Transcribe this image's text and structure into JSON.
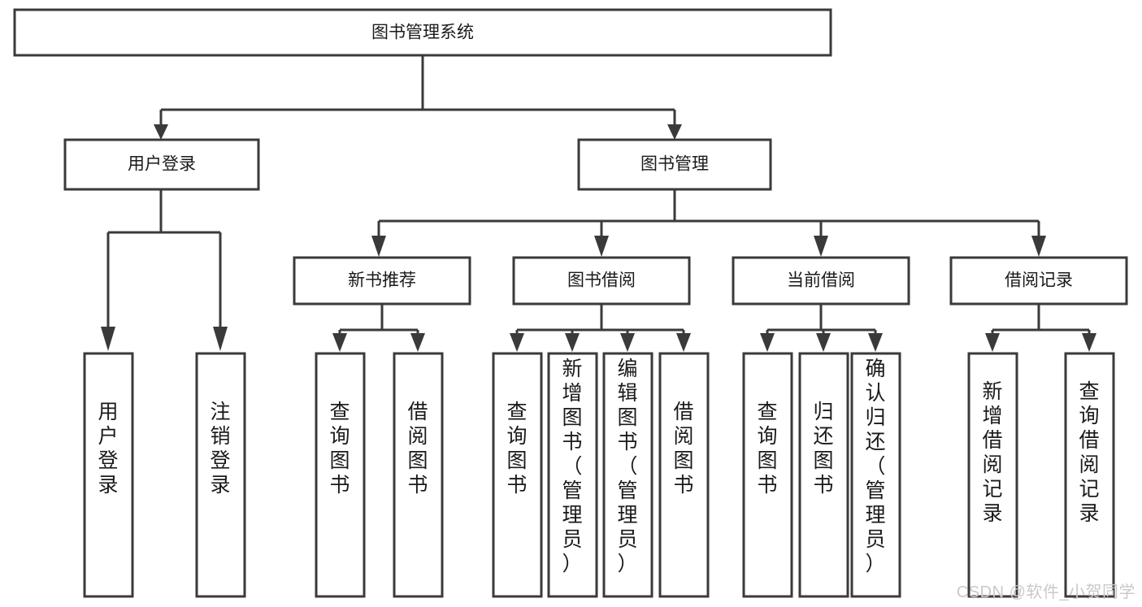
{
  "diagram": {
    "title": "图书管理系统",
    "type": "tree-hierarchy-diagram",
    "colors": {
      "box_stroke": "#3a3a3a",
      "box_fill": "#ffffff",
      "text": "#1a1a1a",
      "background": "#ffffff",
      "watermark": "#c9c9c9"
    },
    "root": {
      "label": "图书管理系统"
    },
    "level2": [
      {
        "label": "用户登录"
      },
      {
        "label": "图书管理"
      }
    ],
    "level3": [
      {
        "label": "新书推荐"
      },
      {
        "label": "图书借阅"
      },
      {
        "label": "当前借阅"
      },
      {
        "label": "借阅记录"
      }
    ],
    "leaves": {
      "user_login": [
        {
          "label": "用户登录"
        },
        {
          "label": "注销登录"
        }
      ],
      "new_book_recommend": [
        {
          "label": "查询图书"
        },
        {
          "label": "借阅图书"
        }
      ],
      "book_borrow": [
        {
          "label": "查询图书"
        },
        {
          "label": "新增图书（管理员）"
        },
        {
          "label": "编辑图书（管理员）"
        },
        {
          "label": "借阅图书"
        }
      ],
      "current_borrow": [
        {
          "label": "查询图书"
        },
        {
          "label": "归还图书"
        },
        {
          "label": "确认归还（管理员）"
        }
      ],
      "borrow_record": [
        {
          "label": "新增借阅记录"
        },
        {
          "label": "查询借阅记录"
        }
      ]
    }
  },
  "watermark": {
    "text": "CSDN @软件_小贺同学"
  }
}
